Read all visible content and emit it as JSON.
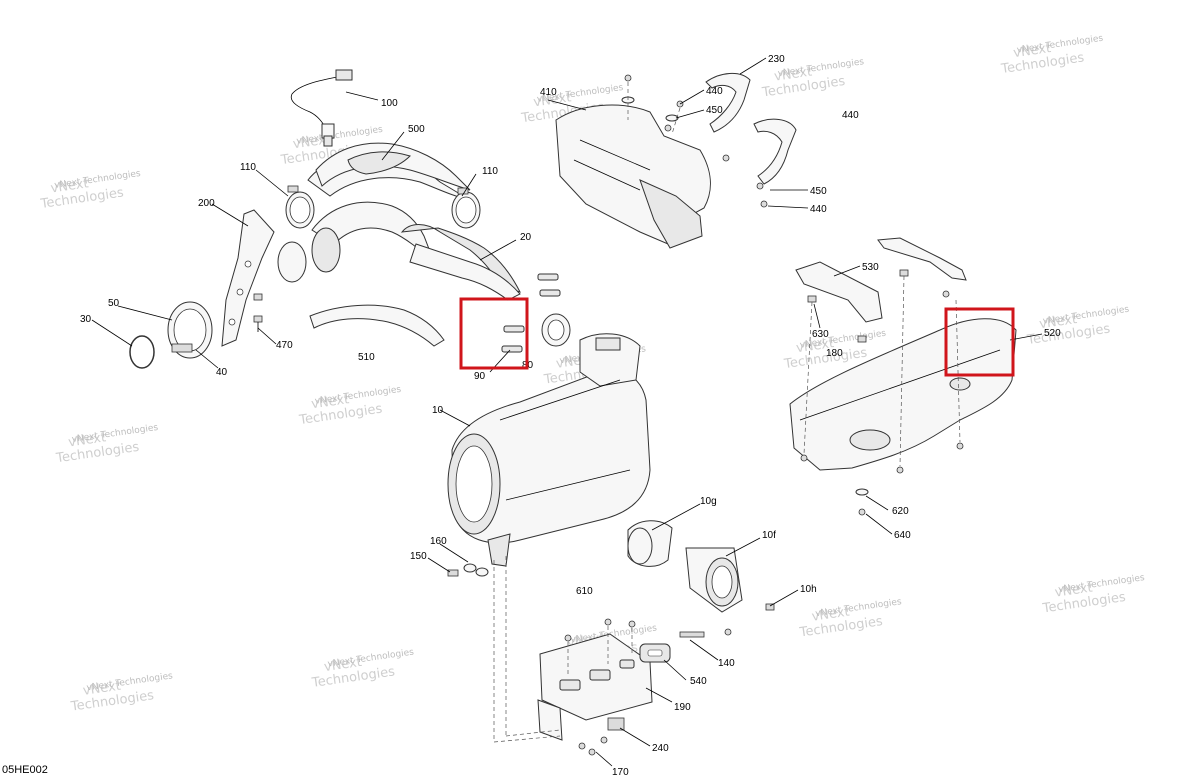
{
  "diagram_code": "05HE002",
  "watermark": {
    "line1": "vNext",
    "line2": "Technologies",
    "full": "vNext Technologies"
  },
  "highlight_color": "#d0151b",
  "callouts": {
    "c100": "100",
    "c500": "500",
    "c110a": "110",
    "c110b": "110",
    "c200": "200",
    "c20": "20",
    "c50": "50",
    "c30": "30",
    "c40": "40",
    "c470": "470",
    "c510": "510",
    "c90": "90",
    "c80": "80",
    "c410": "410",
    "c230": "230",
    "c440a": "440",
    "c450a": "450",
    "c440b": "440",
    "c450b": "450",
    "c440c": "440",
    "c530": "530",
    "c630": "630",
    "c180": "180",
    "c520": "520",
    "c10": "10",
    "c10g": "10g",
    "c10f": "10f",
    "c10h": "10h",
    "c160": "160",
    "c150": "150",
    "c610": "610",
    "c140": "140",
    "c540": "540",
    "c190": "190",
    "c240": "240",
    "c170": "170",
    "c620": "620",
    "c640": "640"
  }
}
